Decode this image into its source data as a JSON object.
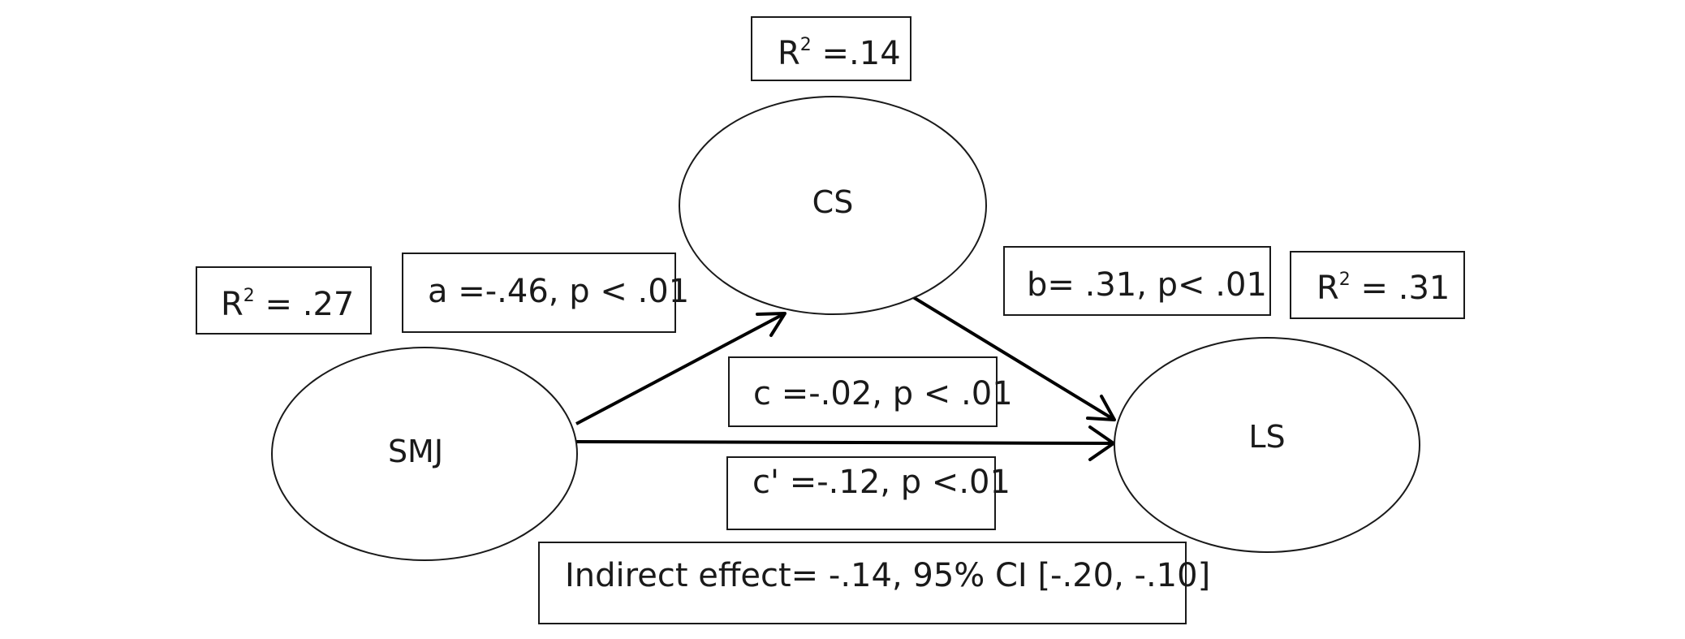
{
  "nodes": {
    "smj": "SMJ",
    "cs": "CS",
    "ls": "LS"
  },
  "r2": {
    "smj": {
      "prefix": "R",
      "sup": "2",
      "value": " = .27"
    },
    "cs": {
      "prefix": "R",
      "sup": "2",
      "value": " =.14"
    },
    "ls": {
      "prefix": "R",
      "sup": "2",
      "value": " = .31"
    }
  },
  "paths": {
    "a": "a =-.46, p < .01",
    "b": "b= .31, p< .01",
    "c": "c =-.02, p < .01",
    "c_prime": "c'  =-.12, p <.01"
  },
  "indirect_effect": "Indirect effect= -.14, 95% CI [-.20, -.10]",
  "colors": {
    "stroke": "#1a1a1a",
    "arrow": "#000000",
    "background": "#ffffff"
  }
}
